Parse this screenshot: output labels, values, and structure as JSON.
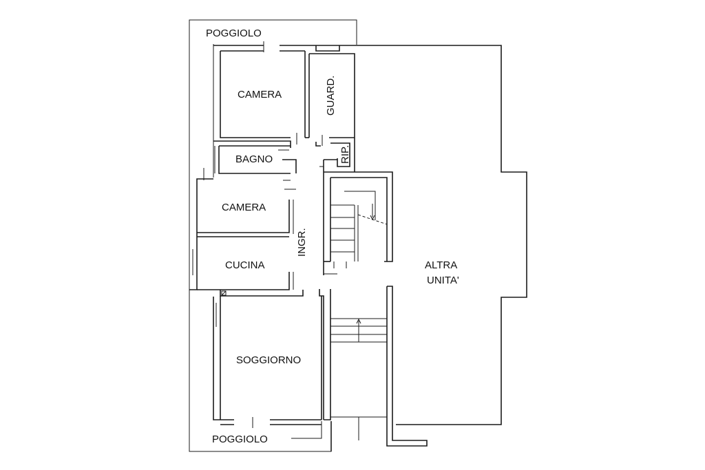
{
  "plan": {
    "rooms": {
      "camera_top": "CAMERA",
      "guardaroba": "GUARD.",
      "bagno": "BAGNO",
      "ripostiglio": "RIP.",
      "camera_mid": "CAMERA",
      "ingresso": "INGR.",
      "cucina": "CUCINA",
      "soggiorno": "SOGGIORNO",
      "altra_unita_line1": "ALTRA",
      "altra_unita_line2": "UNITA'"
    },
    "balconies": {
      "top": "POGGIOLO",
      "bottom": "POGGIOLO"
    },
    "colors": {
      "line": "#1a1a1a",
      "background": "#ffffff"
    }
  }
}
